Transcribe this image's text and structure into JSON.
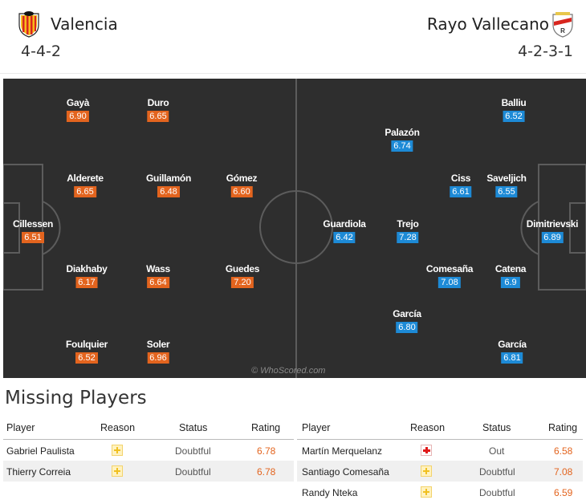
{
  "home": {
    "name": "Valencia",
    "formation": "4-4-2",
    "crest": "valencia-crest-icon",
    "rating_color": "#e3641e",
    "players": [
      {
        "name": "Gayà",
        "rating": "6.90"
      },
      {
        "name": "Duro",
        "rating": "6.65"
      },
      {
        "name": "Alderete",
        "rating": "6.65"
      },
      {
        "name": "Guillamón",
        "rating": "6.48"
      },
      {
        "name": "Gómez",
        "rating": "6.60"
      },
      {
        "name": "Cillessen",
        "rating": "6.51"
      },
      {
        "name": "Diakhaby",
        "rating": "6.17"
      },
      {
        "name": "Wass",
        "rating": "6.64"
      },
      {
        "name": "Guedes",
        "rating": "7.20"
      },
      {
        "name": "Foulquier",
        "rating": "6.52"
      },
      {
        "name": "Soler",
        "rating": "6.96"
      }
    ]
  },
  "away": {
    "name": "Rayo Vallecano",
    "formation": "4-2-3-1",
    "crest": "rayo-vallecano-crest-icon",
    "rating_color": "#1d8ad6",
    "players": [
      {
        "name": "Balliu",
        "rating": "6.52"
      },
      {
        "name": "Palazón",
        "rating": "6.74"
      },
      {
        "name": "Ciss",
        "rating": "6.61"
      },
      {
        "name": "Saveljich",
        "rating": "6.55"
      },
      {
        "name": "Guardiola",
        "rating": "6.42"
      },
      {
        "name": "Trejo",
        "rating": "7.28"
      },
      {
        "name": "Dimitrievski",
        "rating": "6.89"
      },
      {
        "name": "Comesaña",
        "rating": "7.08"
      },
      {
        "name": "Catena",
        "rating": "6.9"
      },
      {
        "name": "García",
        "rating": "6.80"
      },
      {
        "name": "García",
        "rating": "6.81"
      }
    ]
  },
  "watermark": "© WhoScored.com",
  "missing": {
    "title": "Missing Players",
    "headers": {
      "player": "Player",
      "reason": "Reason",
      "status": "Status",
      "rating": "Rating"
    },
    "home": [
      {
        "player": "Gabriel Paulista",
        "reason_icon": "doubtful-icon",
        "status": "Doubtful",
        "rating": "6.78"
      },
      {
        "player": "Thierry Correia",
        "reason_icon": "doubtful-icon",
        "status": "Doubtful",
        "rating": "6.78"
      }
    ],
    "away": [
      {
        "player": "Martín Merquelanz",
        "reason_icon": "injury-icon",
        "status": "Out",
        "rating": "6.58"
      },
      {
        "player": "Santiago Comesaña",
        "reason_icon": "doubtful-icon",
        "status": "Doubtful",
        "rating": "7.08"
      },
      {
        "player": "Randy Nteka",
        "reason_icon": "doubtful-icon",
        "status": "Doubtful",
        "rating": "6.59"
      }
    ]
  }
}
